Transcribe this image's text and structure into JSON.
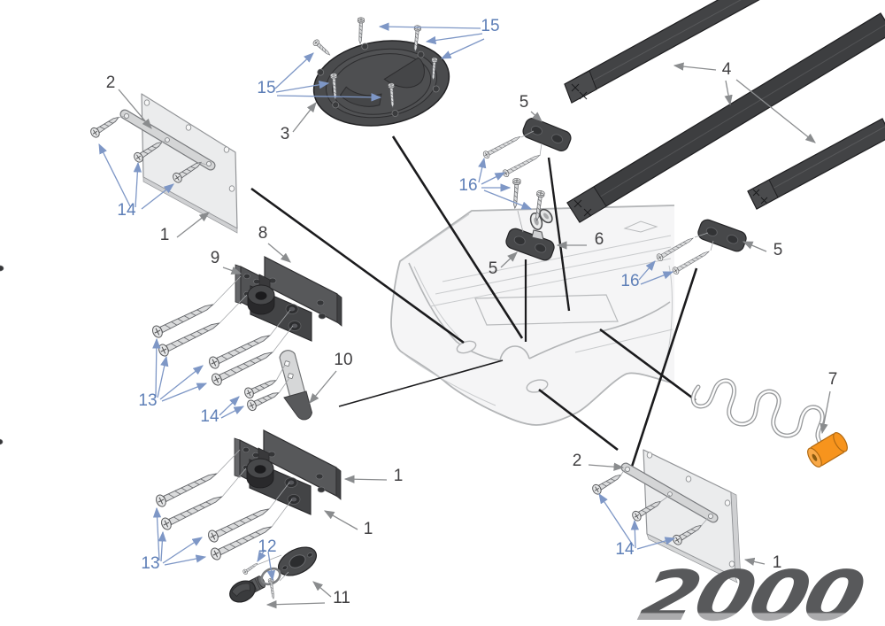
{
  "figure": {
    "description": "Exploded parts fitting diagram with numbered callouts over a ghosted kayak bow illustration",
    "logo_text": "2000",
    "callouts": [
      {
        "id": "strap-top-left",
        "label": "2",
        "color": "dark"
      },
      {
        "id": "screws-top-left",
        "label": "14",
        "color": "blue"
      },
      {
        "id": "plate-top-left",
        "label": "1",
        "color": "dark"
      },
      {
        "id": "hatch-screws-left",
        "label": "15",
        "color": "blue"
      },
      {
        "id": "deck-hatch",
        "label": "3",
        "color": "dark"
      },
      {
        "id": "hatch-screws-right",
        "label": "15",
        "color": "blue"
      },
      {
        "id": "rails",
        "label": "4",
        "color": "dark"
      },
      {
        "id": "pad-plate-upper",
        "label": "5",
        "color": "dark"
      },
      {
        "id": "pad-screws-left",
        "label": "16",
        "color": "blue"
      },
      {
        "id": "pad-plate-deck",
        "label": "5",
        "color": "dark"
      },
      {
        "id": "pad-eye-fitting",
        "label": "6",
        "color": "dark"
      },
      {
        "id": "pad-screws-right",
        "label": "16",
        "color": "blue"
      },
      {
        "id": "pad-plate-right",
        "label": "5",
        "color": "dark"
      },
      {
        "id": "bracket-plate-large",
        "label": "8",
        "color": "dark"
      },
      {
        "id": "bracket-plate-small",
        "label": "9",
        "color": "dark"
      },
      {
        "id": "bracket-screws-upper",
        "label": "13",
        "color": "blue"
      },
      {
        "id": "keeper-screws",
        "label": "14",
        "color": "blue"
      },
      {
        "id": "strap-keeper",
        "label": "10",
        "color": "dark"
      },
      {
        "id": "bracket-lower-a",
        "label": "1",
        "color": "dark"
      },
      {
        "id": "bracket-lower-b",
        "label": "1",
        "color": "dark"
      },
      {
        "id": "bracket-screws-lower",
        "label": "13",
        "color": "blue"
      },
      {
        "id": "drain-screws",
        "label": "12",
        "color": "blue"
      },
      {
        "id": "drain-plug",
        "label": "11",
        "color": "dark"
      },
      {
        "id": "cord-end-cap",
        "label": "7",
        "color": "dark"
      },
      {
        "id": "strap-bottom-right",
        "label": "2",
        "color": "dark"
      },
      {
        "id": "screws-bottom-right",
        "label": "14",
        "color": "blue"
      },
      {
        "id": "plate-bottom-right",
        "label": "1",
        "color": "dark"
      }
    ],
    "colors": {
      "label_dark": "#414042",
      "label_blue": "#5e7fb7",
      "leader_gray": "#8a8c8e",
      "leader_blue": "#7e97c6",
      "leader_black": "#1b1b1d",
      "part_dark": "#47484a",
      "plate_light": "#ebeced",
      "hull_line": "#b3b5b7",
      "accent_orange": "#f7941d",
      "logo_dark": "#58595b",
      "logo_light": "#ababad"
    }
  }
}
